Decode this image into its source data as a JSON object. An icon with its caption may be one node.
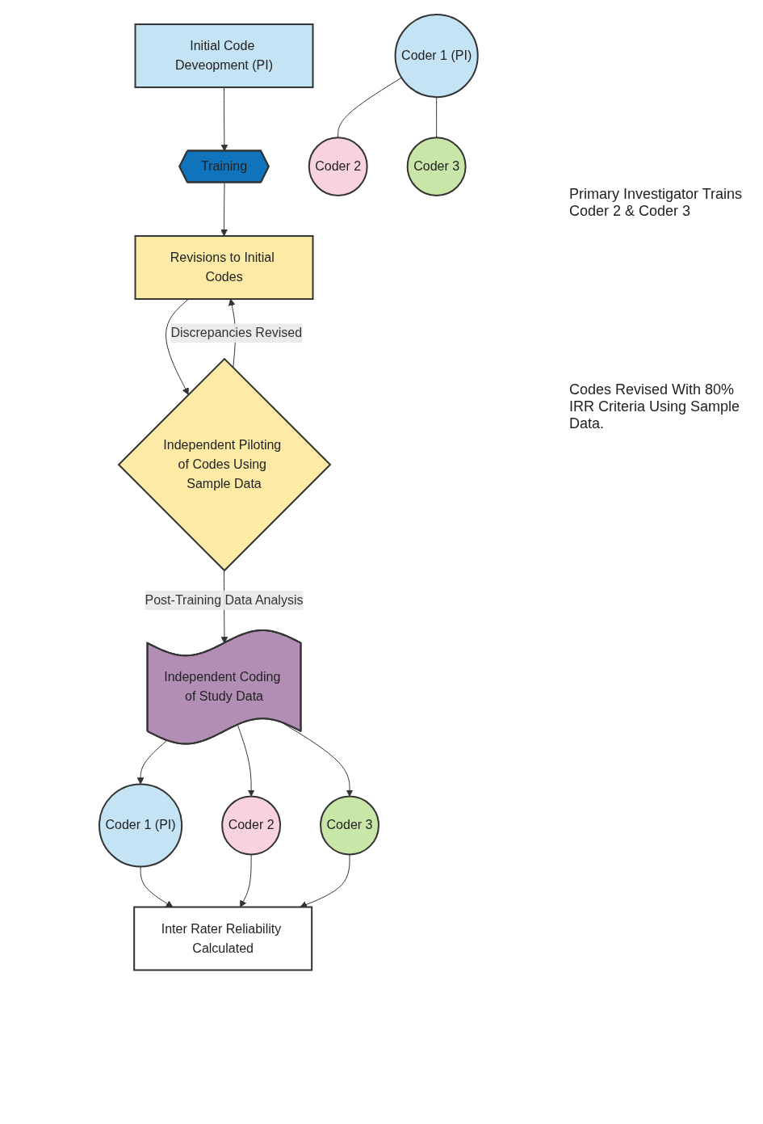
{
  "diagram": {
    "nodes": [
      {
        "text": [
          "Initial Code Deveopment (PI)"
        ]
      },
      {
        "text": [
          "Training"
        ]
      },
      {
        "text": [
          "Coder 2"
        ]
      },
      {
        "text": [
          "Coder 1 (PI)"
        ]
      },
      {
        "text": [
          "Coder 3"
        ]
      },
      {
        "text": [
          "Revisions to Initial Codes"
        ]
      },
      {
        "text": [
          "Independent Piloting of Codes Using Sample Data"
        ]
      },
      {
        "text": [
          "Independent Coding of Study Data"
        ]
      },
      {
        "text": [
          "Coder 1 (PI)"
        ]
      },
      {
        "text": [
          "Coder 2"
        ]
      },
      {
        "text": [
          "Coder 3"
        ]
      },
      {
        "text": [
          "Inter Rater Reliability Calculated"
        ]
      }
    ],
    "edges": [
      {
        "from": 0,
        "to": 1,
        "arrow": "to"
      },
      {
        "from": 1,
        "to": 5,
        "arrow": "to"
      },
      {
        "from": 3,
        "to": 2,
        "arrow": "none"
      },
      {
        "from": 3,
        "to": 4,
        "arrow": "none"
      },
      {
        "from": 5,
        "to": 6,
        "arrow": "to"
      },
      {
        "from": 6,
        "to": 5,
        "arrow": "to",
        "label": "Discrepancies Revised"
      },
      {
        "from": 6,
        "to": 7,
        "arrow": "to",
        "label": "Post-Training Data Analysis"
      },
      {
        "from": 7,
        "to": 8,
        "arrow": "to"
      },
      {
        "from": 7,
        "to": 9,
        "arrow": "to"
      },
      {
        "from": 7,
        "to": 10,
        "arrow": "to"
      },
      {
        "from": 8,
        "to": 11,
        "arrow": "to"
      },
      {
        "from": 9,
        "to": 11,
        "arrow": "to"
      },
      {
        "from": 10,
        "to": 11,
        "arrow": "to"
      }
    ],
    "labels": [
      "Primary Investigator Trains Coder 2 & Coder 3",
      "Codes Revised With 80% IRR Criteria Using Sample Data."
    ]
  }
}
